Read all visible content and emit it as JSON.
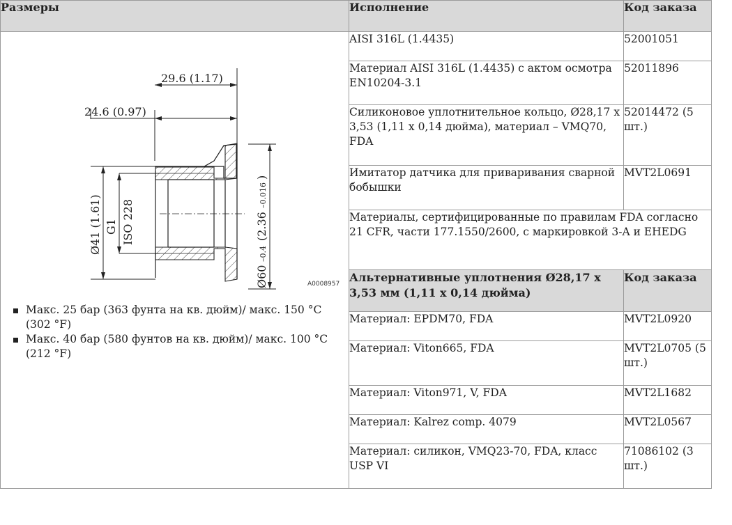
{
  "headers": {
    "dimensions": "Размеры",
    "version": "Исполнение",
    "order_code": "Код заказа"
  },
  "drawing": {
    "dim_length_total": "29.6 (1.17)",
    "dim_length_inner": "24.6 (0.97)",
    "dim_dia_41": "Ø41 (1.61)",
    "dim_g1": "G1",
    "dim_iso": "ISO 228",
    "dim_dia_60_main": "Ø60",
    "dim_dia_60_tol": "–0.4",
    "dim_dia_60_imp": "(2.36",
    "dim_dia_60_imp_tol": "–0.016",
    "dim_dia_60_close": ")",
    "ref_code": "A0008957"
  },
  "notes": [
    "Макс. 25 бар (363 фунта на кв. дюйм)/ макс. 150 °C (302 °F)",
    "Макс. 40 бар (580 фунтов на кв. дюйм)/ макс. 100 °C (212 °F)"
  ],
  "rows": [
    {
      "name": "AISI 316L (1.4435)",
      "code": "52001051"
    },
    {
      "name": "Материал AISI 316L (1.4435) с актом осмотра EN10204-3.1",
      "code": "52011896"
    },
    {
      "name": "Силиконовое уплотнительное кольцо, Ø28,17 x 3,53 (1,11 x 0,14 дюйма), материал – VMQ70, FDA",
      "code": "52014472 (5 шт.)"
    },
    {
      "name": "Имитатор датчика для приваривания сварной бобышки",
      "code": "MVT2L0691"
    }
  ],
  "fda_note": "Материалы, сертифицированные по правилам FDA согласно 21 CFR, части 177.1550/2600, с маркировкой 3-A и EHEDG",
  "alt_header": {
    "title": "Альтернативные уплотнения Ø28,17 x 3,53 мм (1,11 x 0,14 дюйма)",
    "code": "Код заказа"
  },
  "alt_rows": [
    {
      "name": "Материал: EPDM70, FDA",
      "code": "MVT2L0920"
    },
    {
      "name": "Материал: Viton665, FDA",
      "code": "MVT2L0705 (5 шт.)"
    },
    {
      "name": "Материал: Viton971, V, FDA",
      "code": "MVT2L1682"
    },
    {
      "name": "Материал: Kalrez comp. 4079",
      "code": "MVT2L0567"
    },
    {
      "name": "Материал: силикон, VMQ23-70, FDA, класс USP VI",
      "code": "71086102 (3 шт.)"
    }
  ]
}
